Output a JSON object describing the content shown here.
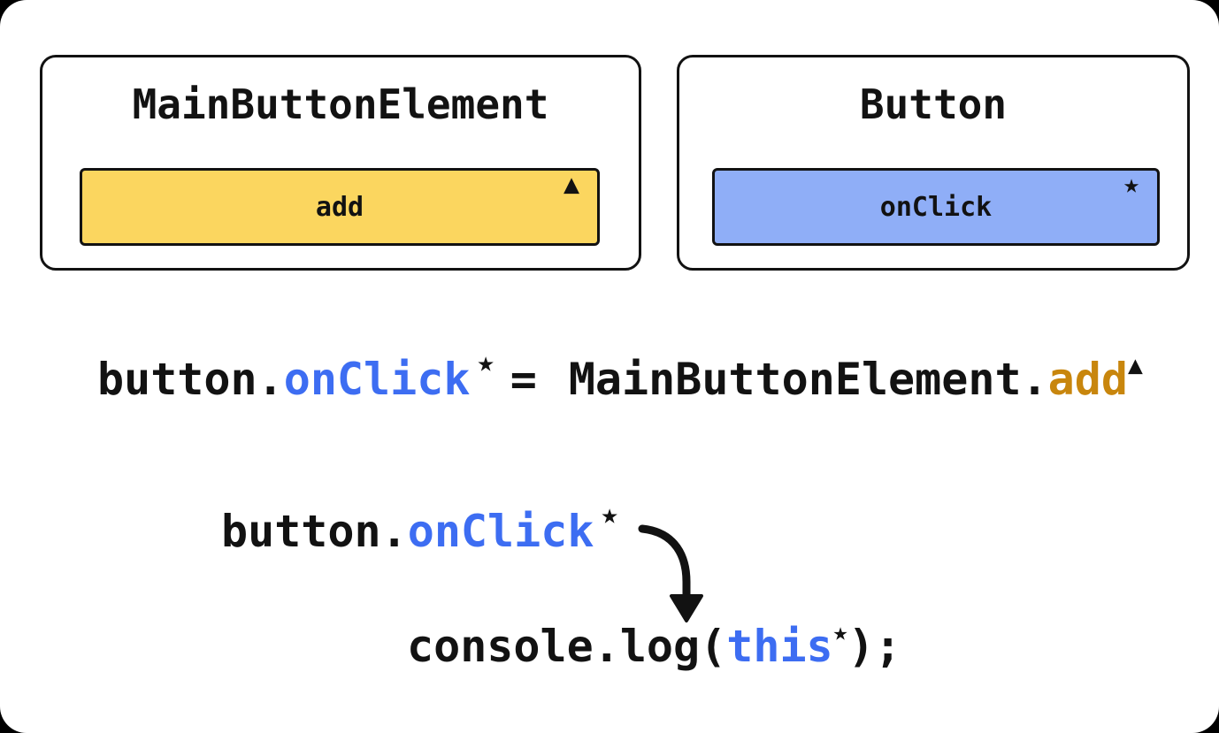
{
  "colors": {
    "background": "#ffffff",
    "ink": "#121212",
    "yellow_fill": "#fbd65f",
    "blue_fill": "#8faef7",
    "blue_text": "#3d6df2",
    "orange_text": "#c8860d"
  },
  "class_boxes": {
    "main_button_element": {
      "title": "MainButtonElement",
      "button_label": "add",
      "marker": "▲"
    },
    "button": {
      "title": "Button",
      "button_label": "onClick",
      "marker": "★"
    }
  },
  "assignment_line": {
    "lhs_object": "button.",
    "lhs_property": "onClick",
    "lhs_marker": "★",
    "operator": "=",
    "rhs_object": "MainButtonElement.",
    "rhs_property": "add",
    "rhs_marker": "▲"
  },
  "call_line": {
    "object": "button.",
    "property": "onClick",
    "marker": "★"
  },
  "result_line": {
    "prefix": "console.log(",
    "keyword": "this",
    "marker": "★",
    "suffix": ");"
  }
}
